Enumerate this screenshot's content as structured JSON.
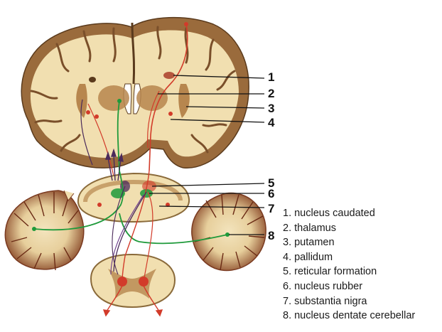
{
  "diagram": {
    "markers": [
      {
        "id": "m1",
        "label": "1"
      },
      {
        "id": "m2",
        "label": "2"
      },
      {
        "id": "m3",
        "label": "3"
      },
      {
        "id": "m4",
        "label": "4"
      },
      {
        "id": "m5",
        "label": "5"
      },
      {
        "id": "m6",
        "label": "6"
      },
      {
        "id": "m7",
        "label": "7"
      },
      {
        "id": "m8",
        "label": "8"
      }
    ],
    "legend": [
      "1. nucleus caudated",
      "2. thalamus",
      "3. putamen",
      "4. pallidum",
      "5. reticular formation",
      "6. nucleus rubber",
      "7. substantia nigra",
      "8. nucleus dentate cerebellar"
    ],
    "colors": {
      "tissue": "#f1dfb0",
      "cortex": "#9a6b3c",
      "gray_matter": "#b7864e",
      "pyramidal_tract": "#d23b2a",
      "cerebellar_tract": "#1f9a3b",
      "extrapyramidal_tract": "#4a2a5a",
      "pointer_line": "#111111"
    }
  }
}
